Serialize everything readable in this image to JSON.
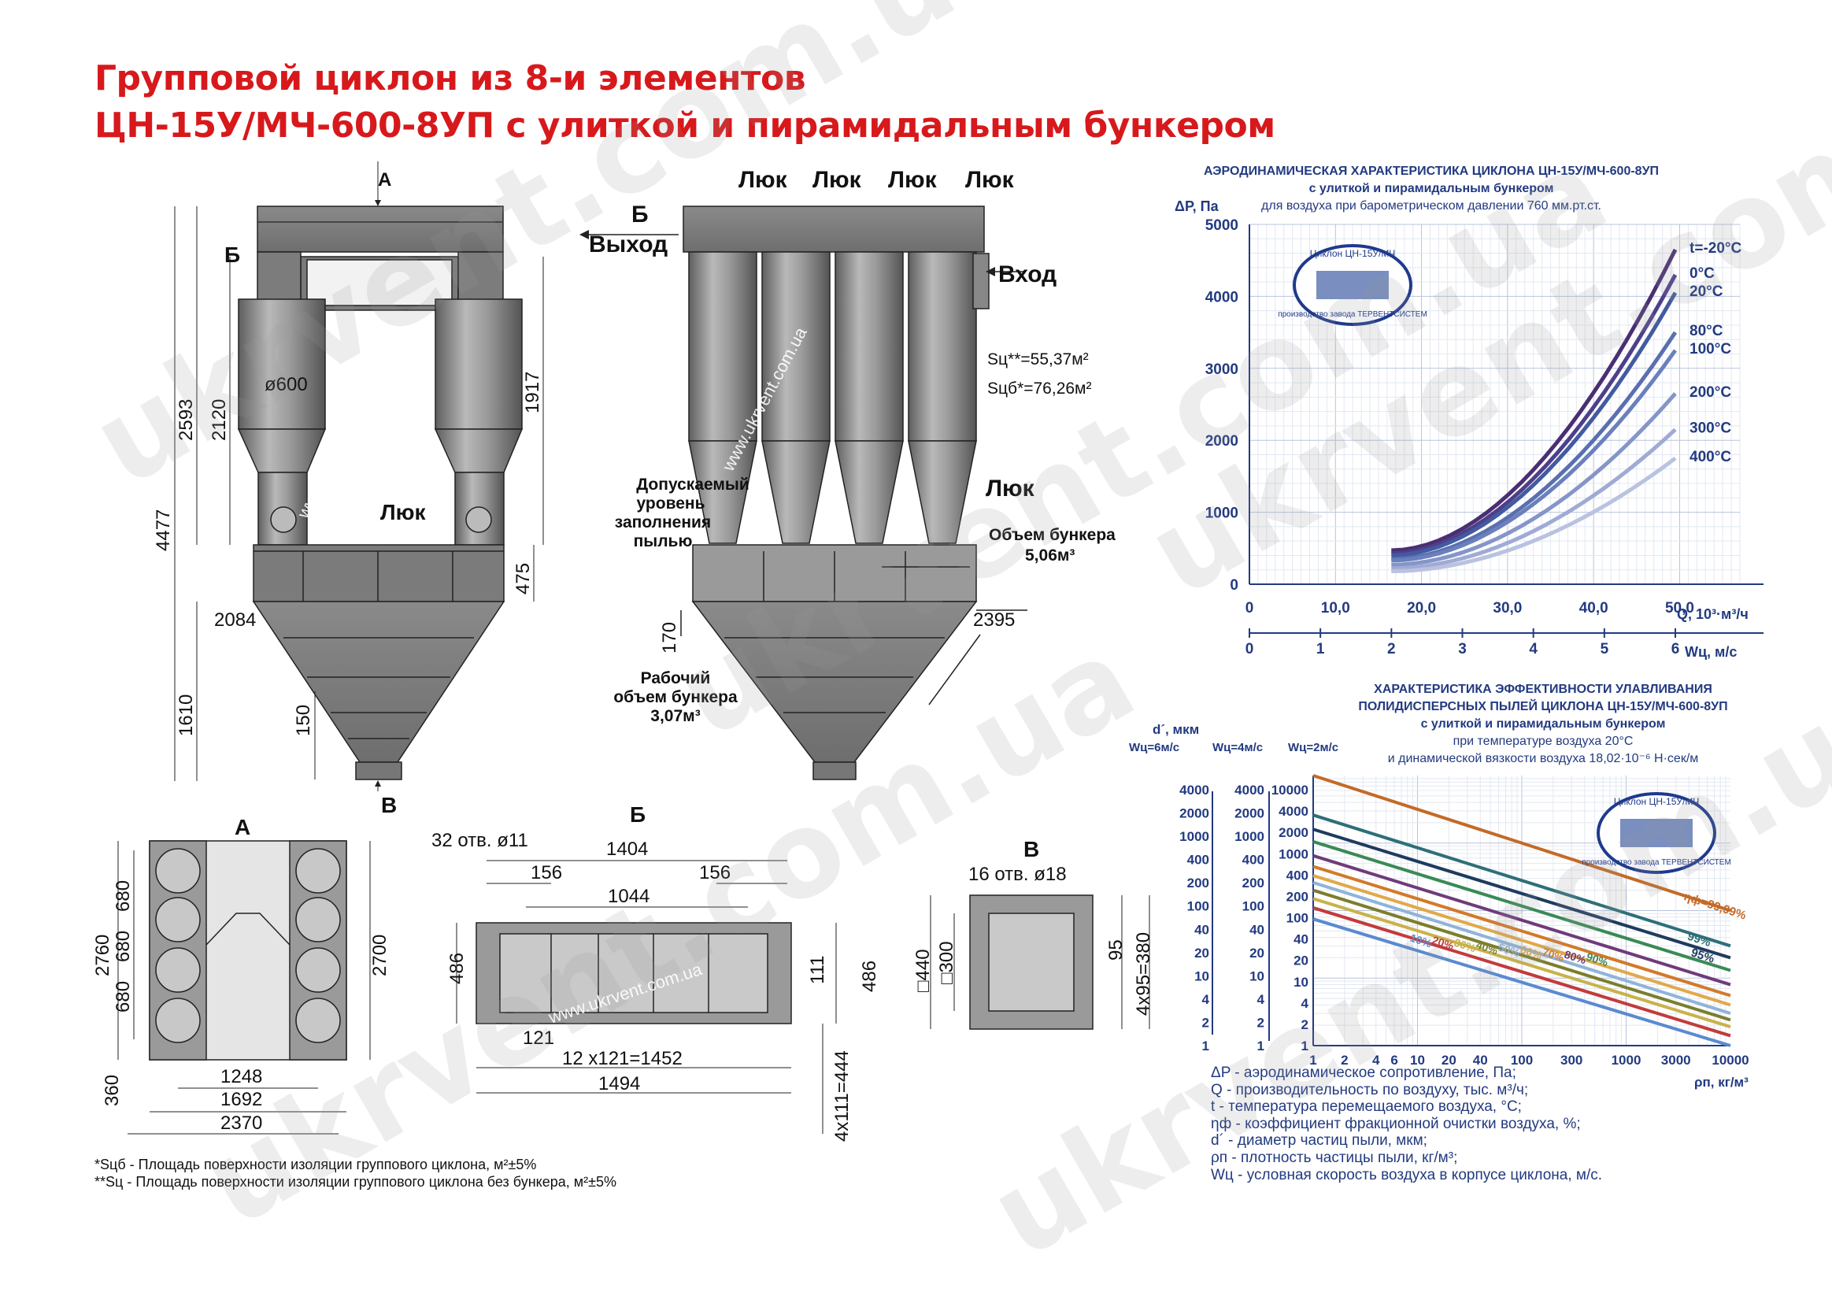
{
  "title": {
    "line1": "Групповой циклон из 8-и элементов",
    "line2": "ЦН-15У/МЧ-600-8УП с улиткой и пирамидальным бункером"
  },
  "watermark": {
    "text": "ukrvent.com.ua",
    "site": "www.ukrvent.com.ua"
  },
  "drawing": {
    "labels": {
      "A": "А",
      "B": "Б",
      "V": "В",
      "hatch": "Люк",
      "exit": "Выход",
      "entrance": "Вход",
      "sc2": "Sц**=55,37м²",
      "sc1": "Sцб*=76,26м²",
      "dust1": "Допускаемый",
      "dust2": "уровень",
      "dust3": "заполнения",
      "dust4": "пылью",
      "bunker1": "Объем бункера",
      "bunker2": "5,06м³",
      "work1": "Рабочий",
      "work2": "объем бункера",
      "work3": "3,07м³"
    },
    "front_dims": {
      "d600": "ø600",
      "h4477": "4477",
      "h2593": "2593",
      "h2120": "2120",
      "h1917": "1917",
      "h475": "475",
      "w2084": "2084",
      "h1610": "1610",
      "h150": "150"
    },
    "side_dims": {
      "h170": "170",
      "w2395": "2395"
    },
    "viewA": {
      "title": "А",
      "d680": "680",
      "h2760": "2760",
      "h2700": "2700",
      "h360": "360",
      "w1248": "1248",
      "w1692": "1692",
      "w2370": "2370"
    },
    "viewB": {
      "title": "Б",
      "holes": "32 отв. ø11",
      "w1404": "1404",
      "w156a": "156",
      "w156b": "156",
      "w1044": "1044",
      "h486a": "486",
      "h486b": "486",
      "h111": "111",
      "w121": "121",
      "w1452": "12 x121=1452",
      "w1494": "1494",
      "h444": "4x111=444"
    },
    "viewV": {
      "title": "В",
      "holes": "16 отв. ø18",
      "sq440": "□440",
      "sq300": "□300",
      "h95": "95",
      "h380": "4x95=380"
    }
  },
  "chart_data": [
    {
      "type": "line",
      "title": "АЭРОДИНАМИЧЕСКАЯ ХАРАКТЕРИСТИКА ЦИКЛОНА ЦН-15У/МЧ-600-8УП",
      "subtitle1": "с улиткой и пирамидальным бункером",
      "subtitle2": "для воздуха при барометрическом давлении 760 мм.рт.ст.",
      "ylabel": "ΔP, Па",
      "xlabel": "Q, 10³·м³/ч",
      "xlabel2": "Wц, м/с",
      "xlim": [
        0,
        57
      ],
      "ylim": [
        0,
        5000
      ],
      "x_ticks": [
        "0",
        "10,0",
        "20,0",
        "30,0",
        "40,0",
        "50,0"
      ],
      "x2_ticks": [
        "0",
        "1",
        "2",
        "3",
        "4",
        "5",
        "6"
      ],
      "y_ticks": [
        "0",
        "1000",
        "2000",
        "3000",
        "4000",
        "5000"
      ],
      "grid": true,
      "series": [
        {
          "name": "t=-20°C",
          "color": "#4a2e72",
          "x": [
            16.5,
            49.5
          ],
          "y": [
            470,
            4650
          ]
        },
        {
          "name": "0°C",
          "color": "#4e3f8a",
          "x": [
            16.5,
            49.5
          ],
          "y": [
            430,
            4300
          ]
        },
        {
          "name": "20°C",
          "color": "#425aa0",
          "x": [
            16.5,
            49.5
          ],
          "y": [
            400,
            4050
          ]
        },
        {
          "name": "80°C",
          "color": "#5a6fb0",
          "x": [
            16.5,
            49.5
          ],
          "y": [
            350,
            3500
          ]
        },
        {
          "name": "100°C",
          "color": "#6a80bd",
          "x": [
            16.5,
            49.5
          ],
          "y": [
            330,
            3250
          ]
        },
        {
          "name": "200°C",
          "color": "#8595c8",
          "x": [
            16.5,
            49.5
          ],
          "y": [
            270,
            2650
          ]
        },
        {
          "name": "300°C",
          "color": "#9fabd4",
          "x": [
            16.5,
            49.5
          ],
          "y": [
            220,
            2150
          ]
        },
        {
          "name": "400°C",
          "color": "#b9c2e0",
          "x": [
            16.5,
            49.5
          ],
          "y": [
            180,
            1750
          ]
        }
      ]
    },
    {
      "type": "line",
      "title": "ХАРАКТЕРИСТИКА ЭФФЕКТИВНОСТИ УЛАВЛИВАНИЯ",
      "title2": "ПОЛИДИСПЕРСНЫХ ПЫЛЕЙ ЦИКЛОНА ЦН-15У/МЧ-600-8УП",
      "subtitle1": "с улиткой и пирамидальным бункером",
      "subtitle2": "при температуре воздуха 20°C",
      "subtitle3": "и динамической вязкости воздуха  18,02·10⁻⁶ Н·сек/м",
      "ylabel": "d´, мкм",
      "y_axes": [
        {
          "label": "Wц=6м/с",
          "ticks": [
            "4000",
            "2000",
            "1000",
            "400",
            "200",
            "100",
            "40",
            "20",
            "10",
            "4",
            "2",
            "1"
          ]
        },
        {
          "label": "Wц=4м/с",
          "ticks": [
            "4000",
            "2000",
            "1000",
            "400",
            "200",
            "100",
            "40",
            "20",
            "10",
            "4",
            "2",
            "1"
          ]
        },
        {
          "label": "Wц=2м/с",
          "ticks": [
            "10000",
            "4000",
            "2000",
            "1000",
            "400",
            "200",
            "100",
            "40",
            "20",
            "10",
            "4",
            "2",
            "1"
          ]
        }
      ],
      "xlabel": "ρп, кг/м³",
      "x_ticks": [
        "1",
        "2",
        "4",
        "6",
        "10",
        "20",
        "40",
        "100",
        "300",
        "1000",
        "3000",
        "10000"
      ],
      "scale": "log-log",
      "grid": true,
      "series": [
        {
          "name": "ηф=99,99%",
          "color": "#c46a27",
          "x": [
            1,
            10000
          ],
          "y": [
            10000,
            100
          ]
        },
        {
          "name": "99%",
          "color": "#2e6f78",
          "x": [
            1,
            10000
          ],
          "y": [
            2600,
            30
          ]
        },
        {
          "name": "95%",
          "color": "#1f3b5e",
          "x": [
            1,
            10000
          ],
          "y": [
            1600,
            20
          ]
        },
        {
          "name": "90%",
          "color": "#3a8a55",
          "x": [
            1,
            10000
          ],
          "y": [
            1050,
            13
          ]
        },
        {
          "name": "80%",
          "color": "#6f3b7a",
          "x": [
            1,
            10000
          ],
          "y": [
            650,
            8
          ]
        },
        {
          "name": "70%",
          "color": "#d27a2a",
          "x": [
            1,
            10000
          ],
          "y": [
            450,
            5.5
          ]
        },
        {
          "name": "60%",
          "color": "#e0a94a",
          "x": [
            1,
            10000
          ],
          "y": [
            330,
            4
          ]
        },
        {
          "name": "50%",
          "color": "#8fb4d8",
          "x": [
            1,
            10000
          ],
          "y": [
            260,
            3
          ]
        },
        {
          "name": "40%",
          "color": "#7b7e2d",
          "x": [
            1,
            10000
          ],
          "y": [
            200,
            2.4
          ]
        },
        {
          "name": "30%",
          "color": "#c9b24a",
          "x": [
            1,
            10000
          ],
          "y": [
            150,
            1.9
          ]
        },
        {
          "name": "20%",
          "color": "#c23b3b",
          "x": [
            1,
            10000
          ],
          "y": [
            110,
            1.4
          ]
        },
        {
          "name": "10%",
          "color": "#5a8ad0",
          "x": [
            1,
            10000
          ],
          "y": [
            75,
            1.0
          ]
        }
      ]
    }
  ],
  "legend": [
    "ΔP - аэродинамическое сопротивление, Па;",
    "Q - производительность по воздуху, тыс. м³/ч;",
    "t - температура перемещаемого воздуха, °С;",
    "ηф - коэффициент фракционной очистки воздуха, %;",
    "d´ - диаметр частиц пыли, мкм;",
    "ρп - плотность частицы пыли, кг/м³;",
    "Wц - условная скорость воздуха в корпусе циклона, м/с."
  ],
  "footnotes": [
    "*Sцб - Площадь поверхности изоляции группового циклона, м²±5%",
    "**Sц - Площадь поверхности изоляции группового циклона без бункера, м²±5%"
  ],
  "stamp": {
    "top": "Циклон ЦН-15У/МЧ",
    "bottom": "производство завода ТЕРВЕНТСИСТЕМ"
  },
  "colors": {
    "title": "#d7191c",
    "chart_text": "#223a80",
    "metal": "#8c8c8c"
  }
}
